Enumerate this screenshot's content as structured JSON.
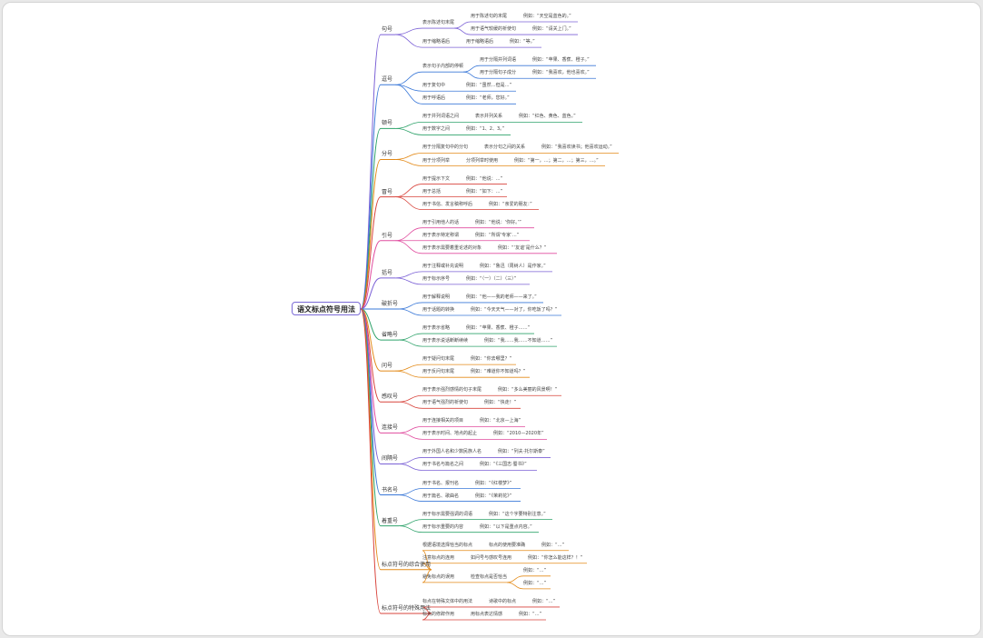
{
  "root": "语文标点符号用法",
  "categories": [
    {
      "title": "句号",
      "color": "#7b61d6",
      "children": [
        {
          "text": "表示陈述句末尾",
          "color": "#7b61d6",
          "children": [
            {
              "text": "用于陈述句的末尾",
              "color": "#7b61d6",
              "children": [
                {
                  "text": "例如：“天空是蓝色的。”",
                  "color": "#7b61d6"
                }
              ]
            },
            {
              "text": "用于语气较缓的祈使句",
              "color": "#7b61d6",
              "children": [
                {
                  "text": "例如：“请关上门。”",
                  "color": "#7b61d6"
                }
              ]
            }
          ]
        },
        {
          "text": "用于缩略语后",
          "color": "#7b61d6",
          "children": [
            {
              "text": "用于缩略语后",
              "color": "#7b61d6",
              "children": [
                {
                  "text": "例如：“等。”",
                  "color": "#7b61d6"
                }
              ]
            }
          ]
        }
      ]
    },
    {
      "title": "逗号",
      "color": "#3a78d8",
      "children": [
        {
          "text": "表示句子内部的停顿",
          "color": "#3a78d8",
          "children": [
            {
              "text": "用于分隔并列词语",
              "color": "#3a78d8",
              "children": [
                {
                  "text": "例如：“苹果、香蕉、橙子。”",
                  "color": "#3a78d8"
                }
              ]
            },
            {
              "text": "用于分隔句子成分",
              "color": "#3a78d8",
              "children": [
                {
                  "text": "例如：“我喜欢，他也喜欢。”",
                  "color": "#3a78d8"
                }
              ]
            }
          ]
        },
        {
          "text": "用于复句中",
          "color": "#3a78d8",
          "children": [
            {
              "text": "例如：“虽然…但是…”",
              "color": "#3a78d8"
            }
          ]
        },
        {
          "text": "用于呼语后",
          "color": "#3a78d8",
          "children": [
            {
              "text": "例如：“老师，您好。”",
              "color": "#3a78d8"
            }
          ]
        }
      ]
    },
    {
      "title": "顿号",
      "color": "#2fa36b",
      "children": [
        {
          "text": "用于并列词语之间",
          "color": "#2fa36b",
          "children": [
            {
              "text": "表示并列关系",
              "color": "#2fa36b",
              "children": [
                {
                  "text": "例如：“红色、黄色、蓝色。”",
                  "color": "#2fa36b"
                }
              ]
            }
          ]
        },
        {
          "text": "用于数字之间",
          "color": "#2fa36b",
          "children": [
            {
              "text": "例如：“1、2、3。”",
              "color": "#2fa36b"
            }
          ]
        }
      ]
    },
    {
      "title": "分号",
      "color": "#e38a18",
      "children": [
        {
          "text": "用于分隔复句中的分句",
          "color": "#e38a18",
          "children": [
            {
              "text": "表示分句之间的关系",
              "color": "#e38a18",
              "children": [
                {
                  "text": "例如：“我喜欢读书；他喜欢运动。”",
                  "color": "#e38a18"
                }
              ]
            }
          ]
        },
        {
          "text": "用于分项列举",
          "color": "#e38a18",
          "children": [
            {
              "text": "分项列举时使用",
              "color": "#e38a18",
              "children": [
                {
                  "text": "例如：“第一，…；第二，…；第三，…。”",
                  "color": "#e38a18"
                }
              ]
            }
          ]
        }
      ]
    },
    {
      "title": "冒号",
      "color": "#d8433b",
      "children": [
        {
          "text": "用于提示下文",
          "color": "#d8433b",
          "children": [
            {
              "text": "例如：“他说：…”",
              "color": "#d8433b"
            }
          ]
        },
        {
          "text": "用于总括",
          "color": "#d8433b",
          "children": [
            {
              "text": "例如：“如下：…”",
              "color": "#d8433b"
            }
          ]
        },
        {
          "text": "用于书信、发言稿称呼后",
          "color": "#d8433b",
          "children": [
            {
              "text": "例如：“亲爱的朋友：”",
              "color": "#d8433b"
            }
          ]
        }
      ]
    },
    {
      "title": "引号",
      "color": "#e04b9e",
      "children": [
        {
          "text": "用于引用他人的话",
          "color": "#e04b9e",
          "children": [
            {
              "text": "例如：“他说：‘你好。’”",
              "color": "#e04b9e"
            }
          ]
        },
        {
          "text": "用于表示特定称谓",
          "color": "#e04b9e",
          "children": [
            {
              "text": "例如：“所谓‘专家’…”",
              "color": "#e04b9e"
            }
          ]
        },
        {
          "text": "用于表示需要着重论述的对象",
          "color": "#e04b9e",
          "children": [
            {
              "text": "例如：“‘友谊’是什么？”",
              "color": "#e04b9e"
            }
          ]
        }
      ]
    },
    {
      "title": "括号",
      "color": "#7b61d6",
      "children": [
        {
          "text": "用于注释或补充说明",
          "color": "#7b61d6",
          "children": [
            {
              "text": "例如：“鲁迅（周树人）是作家。”",
              "color": "#7b61d6"
            }
          ]
        },
        {
          "text": "用于标示序号",
          "color": "#7b61d6",
          "children": [
            {
              "text": "例如：“（一）（二）（三）”",
              "color": "#7b61d6"
            }
          ]
        }
      ]
    },
    {
      "title": "破折号",
      "color": "#3a78d8",
      "children": [
        {
          "text": "用于解释说明",
          "color": "#3a78d8",
          "children": [
            {
              "text": "例如：“他——我的老师——来了。”",
              "color": "#3a78d8"
            }
          ]
        },
        {
          "text": "用于话题的转换",
          "color": "#3a78d8",
          "children": [
            {
              "text": "例如：“今天天气——对了，你吃饭了吗？”",
              "color": "#3a78d8"
            }
          ]
        }
      ]
    },
    {
      "title": "省略号",
      "color": "#2fa36b",
      "children": [
        {
          "text": "用于表示省略",
          "color": "#2fa36b",
          "children": [
            {
              "text": "例如：“苹果、香蕉、橙子……”",
              "color": "#2fa36b"
            }
          ]
        },
        {
          "text": "用于表示说话断断续续",
          "color": "#2fa36b",
          "children": [
            {
              "text": "例如：“我……我……不知道……”",
              "color": "#2fa36b"
            }
          ]
        }
      ]
    },
    {
      "title": "问号",
      "color": "#e38a18",
      "children": [
        {
          "text": "用于疑问句末尾",
          "color": "#e38a18",
          "children": [
            {
              "text": "例如：“你去哪里？”",
              "color": "#e38a18"
            }
          ]
        },
        {
          "text": "用于反问句末尾",
          "color": "#e38a18",
          "children": [
            {
              "text": "例如：“难道你不知道吗？”",
              "color": "#e38a18"
            }
          ]
        }
      ]
    },
    {
      "title": "感叹号",
      "color": "#d8433b",
      "children": [
        {
          "text": "用于表示强烈感情的句子末尾",
          "color": "#d8433b",
          "children": [
            {
              "text": "例如：“多么美丽的风景啊！”",
              "color": "#d8433b"
            }
          ]
        },
        {
          "text": "用于语气强烈的祈使句",
          "color": "#d8433b",
          "children": [
            {
              "text": "例如：“快走！”",
              "color": "#d8433b"
            }
          ]
        }
      ]
    },
    {
      "title": "连接号",
      "color": "#e04b9e",
      "children": [
        {
          "text": "用于连接相关的项目",
          "color": "#e04b9e",
          "children": [
            {
              "text": "例如：“北京—上海”",
              "color": "#e04b9e"
            }
          ]
        },
        {
          "text": "用于表示时间、地点的起止",
          "color": "#e04b9e",
          "children": [
            {
              "text": "例如：“2010—2020年”",
              "color": "#e04b9e"
            }
          ]
        }
      ]
    },
    {
      "title": "间隔号",
      "color": "#7b61d6",
      "children": [
        {
          "text": "用于外国人名和少数民族人名",
          "color": "#7b61d6",
          "children": [
            {
              "text": "例如：“列夫·托尔斯泰”",
              "color": "#7b61d6"
            }
          ]
        },
        {
          "text": "用于书名与篇名之间",
          "color": "#7b61d6",
          "children": [
            {
              "text": "例如：“《三国志·蜀书》”",
              "color": "#7b61d6"
            }
          ]
        }
      ]
    },
    {
      "title": "书名号",
      "color": "#3a78d8",
      "children": [
        {
          "text": "用于书名、报刊名",
          "color": "#3a78d8",
          "children": [
            {
              "text": "例如：“《红楼梦》”",
              "color": "#3a78d8"
            }
          ]
        },
        {
          "text": "用于篇名、歌曲名",
          "color": "#3a78d8",
          "children": [
            {
              "text": "例如：“《茉莉花》”",
              "color": "#3a78d8"
            }
          ]
        }
      ]
    },
    {
      "title": "着重号",
      "color": "#2fa36b",
      "children": [
        {
          "text": "用于标示需要强调的词语",
          "color": "#2fa36b",
          "children": [
            {
              "text": "例如：“这个字要特别注意。”",
              "color": "#2fa36b"
            }
          ]
        },
        {
          "text": "用于标示重要的内容",
          "color": "#2fa36b",
          "children": [
            {
              "text": "例如：“以下是重点内容。”",
              "color": "#2fa36b"
            }
          ]
        }
      ]
    },
    {
      "title": "标点符号的综合使用",
      "color": "#e38a18",
      "children": [
        {
          "text": "根据语境选择恰当的标点",
          "color": "#e38a18",
          "children": [
            {
              "text": "标点的使用要准确",
              "color": "#e38a18",
              "children": [
                {
                  "text": "例如：“…”",
                  "color": "#e38a18"
                }
              ]
            }
          ]
        },
        {
          "text": "注意标点的连用",
          "color": "#e38a18",
          "children": [
            {
              "text": "如问号与感叹号连用",
              "color": "#e38a18",
              "children": [
                {
                  "text": "例如：“你怎么能这样？！”",
                  "color": "#e38a18"
                }
              ]
            }
          ]
        },
        {
          "text": "避免标点的误用",
          "color": "#e38a18",
          "children": [
            {
              "text": "检查标点是否恰当",
              "color": "#e38a18",
              "children": [
                {
                  "text": "例如：“…”",
                  "color": "#e38a18"
                },
                {
                  "text": "例如：“…”",
                  "color": "#e38a18"
                }
              ]
            }
          ]
        }
      ]
    },
    {
      "title": "标点符号的特殊用法",
      "color": "#d8433b",
      "children": [
        {
          "text": "标点在特殊文体中的用法",
          "color": "#d8433b",
          "children": [
            {
              "text": "诗歌中的标点",
              "color": "#d8433b",
              "children": [
                {
                  "text": "例如：“…”",
                  "color": "#d8433b"
                }
              ]
            }
          ]
        },
        {
          "text": "标点的修辞作用",
          "color": "#d8433b",
          "children": [
            {
              "text": "用标点表达情感",
              "color": "#d8433b",
              "children": [
                {
                  "text": "例如：“…”",
                  "color": "#d8433b"
                }
              ]
            }
          ]
        }
      ]
    }
  ]
}
